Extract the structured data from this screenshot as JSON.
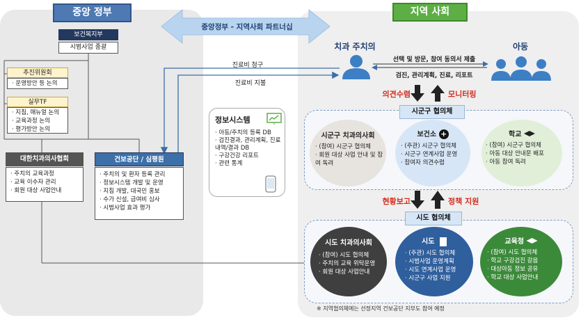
{
  "headers": {
    "central": "중앙 정부",
    "community": "지역 사회"
  },
  "partnership": "중앙정부 - 지역사회 파트너십",
  "ministry": {
    "title": "보건복지부",
    "sub": "시범사업 종괄"
  },
  "committee": {
    "title": "추진위원회",
    "items": [
      "운영방안 등 논의"
    ]
  },
  "tf": {
    "title": "실무TF",
    "items": [
      "지침, 매뉴얼 논의",
      "교육과정 논의",
      "평가방안 논의"
    ]
  },
  "dental_assoc": {
    "title": "대한치과의사협회",
    "items": [
      "주치의 교육과정",
      "교육 이수자 관리",
      "회원 대상 사업안내"
    ]
  },
  "nhis": {
    "title": "건보공단 / 심평원",
    "items": [
      "주치의 및 환자 등록 관리",
      "정보시스템 개발 및 운영",
      "지침 개발, 대국민 홍보",
      "수가 신설, 급여비 심사",
      "시범사업 효과 평가"
    ]
  },
  "info_system": {
    "title": "정보시스템",
    "items": [
      "아동/주치의 등록 DB",
      "검진결과, 관리계획, 진료내역/결과 DB",
      "구강건강 리포트",
      "관련 통계"
    ]
  },
  "flows": {
    "claim": "진료비 청구",
    "payment": "진료비 지불"
  },
  "dentist_label": "치과 주치의",
  "child_label": "아동",
  "relation": {
    "top": "선택 및 방문, 참여 동의서 제출",
    "bottom": "검진, 관리계획, 진료, 리포트"
  },
  "feedback": {
    "opinion": "의견수렴",
    "monitoring": "모니터링",
    "status": "현황보고",
    "policy": "정책 지원"
  },
  "district_council": {
    "title": "시군구 협의체",
    "members": [
      {
        "title": "시군구 치과의사회",
        "items": [
          "(참여) 시군구 협의체",
          "회원 대상 사업 안내 및 참여 독려"
        ]
      },
      {
        "title": "보건소",
        "items": [
          "(주관) 시군구 협의체",
          "시군구 연계사업 운영",
          "참여자 의견수렴"
        ]
      },
      {
        "title": "학교",
        "items": [
          "(참여) 시군구 협의체",
          "아동 대상 안내문 배포",
          "아동 참여 독려"
        ]
      }
    ]
  },
  "province_council": {
    "title": "시도 협의체",
    "members": [
      {
        "title": "시도 치과의사회",
        "items": [
          "(참여) 시도 협의체",
          "주치의 교육 위탁운영",
          "회원 대상 사업안내"
        ]
      },
      {
        "title": "시도",
        "items": [
          "(주관) 시도 협의체",
          "시범사업 운영계획",
          "시도 연계사업 운영",
          "시군구 사업 지원"
        ]
      },
      {
        "title": "교육청",
        "items": [
          "(참여) 시도 협의체",
          "학교 구강검진 갈음",
          "대상아동 정보 공유",
          "학교 대상 사업안내"
        ]
      }
    ]
  },
  "footnote": "※ 지역협의체에는 선정지역 건보공단 지부도 참여 예정",
  "colors": {
    "navy": "#24375d",
    "blue": "#3d6fa8",
    "green": "#5cae45",
    "arrow": "#3d6fa8",
    "red": "#d62b1e"
  }
}
